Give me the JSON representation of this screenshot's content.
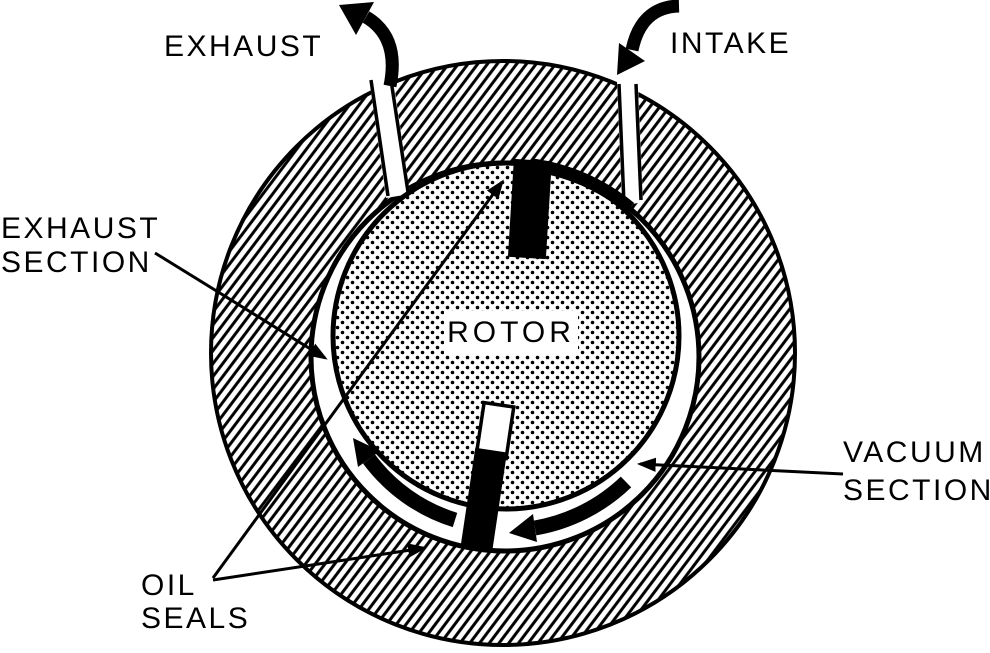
{
  "diagram": {
    "kind": "pump-cross-section-line-art",
    "colors": {
      "ink": "#000000",
      "paper": "#ffffff"
    },
    "labels": {
      "exhaust_flow": "EXHAUST",
      "intake_flow": "INTAKE",
      "exhaust_section_line1": "EXHAUST",
      "exhaust_section_line2": "SECTION",
      "rotor": "ROTOR",
      "vacuum_section_line1": "VACUUM",
      "vacuum_section_line2": "SECTION",
      "oil_seals_line1": "OIL",
      "oil_seals_line2": "SEALS"
    },
    "icons": {
      "exhaust_arrow": "thick-curved-arrow-out-of-exhaust-port-up-left",
      "intake_arrow": "thick-curved-arrow-into-intake-port-down-left",
      "rotation_arrow_left": "thick-curved-arrow-clockwise-rotation",
      "rotation_arrow_right": "thick-curved-arrow-clockwise-rotation",
      "leader_arrows": "thin-leader-line-with-arrowhead"
    }
  }
}
